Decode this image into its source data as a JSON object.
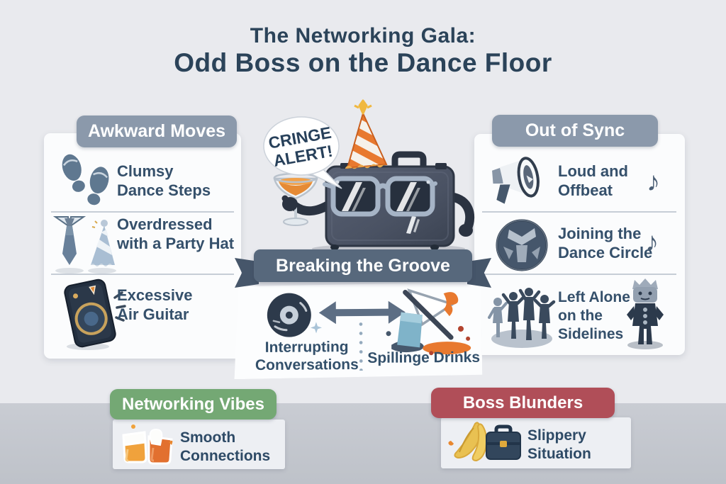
{
  "title": {
    "line1": "The Networking Gala:",
    "line2": "Odd Boss on the Dance Floor"
  },
  "speech_bubble": {
    "line1": "CRINGE",
    "line2": "ALERT!"
  },
  "banner": {
    "label": "Breaking the Groove"
  },
  "left_panel": {
    "header": "Awkward Moves",
    "items": [
      {
        "icon": "footprints-icon",
        "line1": "Clumsy",
        "line2": "Dance Steps"
      },
      {
        "icon": "tie-and-party-hat-icon",
        "line1": "Overdressed",
        "line2": "with a Party Hat"
      },
      {
        "icon": "speaker-icon",
        "line1": "Excessive",
        "line2": "Air Guitar"
      }
    ]
  },
  "right_panel": {
    "header": "Out of Sync",
    "items": [
      {
        "icon": "megaphone-icon",
        "line1": "Loud and",
        "line2": "Offbeat",
        "note": "♪"
      },
      {
        "icon": "dance-circle-icon",
        "line1": "Joining the",
        "line2": "Dance Circle",
        "note": "♪"
      },
      {
        "icon": "crowd-icon",
        "line1": "Left Alone",
        "line2": "on the",
        "line3": "Sidelines",
        "side_icon": "robot-icon"
      }
    ]
  },
  "center_panel": {
    "left_caption": {
      "line1": "Interrupting",
      "line2": "Conversations"
    },
    "right_caption": "Spillinge Drinks"
  },
  "bottom_left": {
    "header": "Networking Vibes",
    "item": {
      "icon": "cheers-drinks-icon",
      "line1": "Smooth",
      "line2": "Connections"
    }
  },
  "bottom_right": {
    "header": "Boss Blunders",
    "item": {
      "icon": "banana-briefcase-icon",
      "line1": "Slippery",
      "line2": "Situation"
    }
  },
  "colors": {
    "background": "#e9eaee",
    "floor": "#c9ccd3",
    "header_pill": "#8b99ab",
    "banner": "#57687c",
    "green_header": "#74a874",
    "red_header": "#b04e58",
    "title_text": "#2b4359",
    "body_text": "#35506b",
    "briefcase": "#4c5464",
    "hat_orange": "#e8792f",
    "splash_orange": "#e8792f",
    "white_card": "#fbfcfd"
  }
}
